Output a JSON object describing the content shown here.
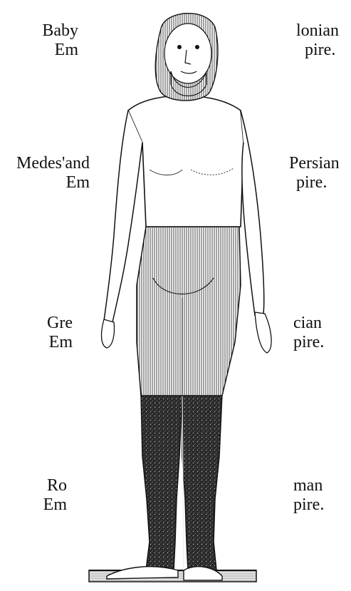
{
  "labels": {
    "babylonian": {
      "left": [
        "Baby",
        "Em"
      ],
      "right": [
        "lonian",
        "pire."
      ]
    },
    "medes_persian": {
      "left": [
        "Medes'and",
        "Em"
      ],
      "right": [
        "Persian",
        "pire."
      ]
    },
    "grecian": {
      "left": [
        "Gre",
        "Em"
      ],
      "right": [
        "cian",
        "pire."
      ]
    },
    "roman": {
      "left": [
        "Ro",
        "Em"
      ],
      "right": [
        "man",
        "pire."
      ]
    }
  },
  "colors": {
    "ink": "#111111",
    "paper": "#ffffff",
    "iron": "#2a2a2a"
  }
}
